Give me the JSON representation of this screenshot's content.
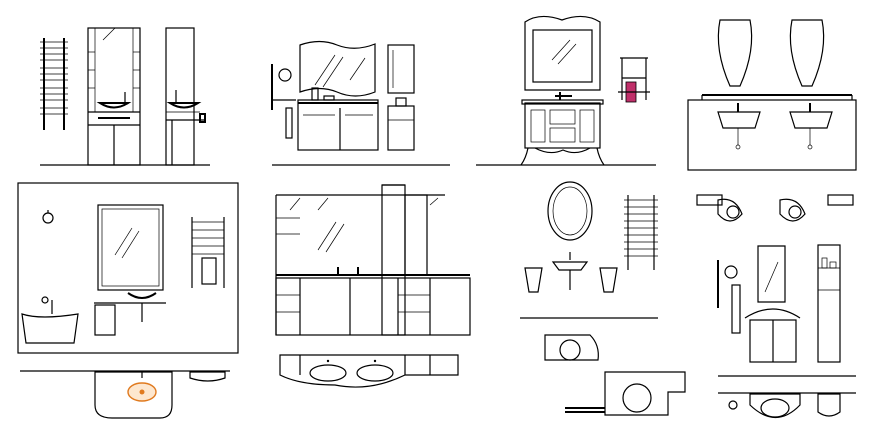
{
  "drawing": {
    "background": "#ffffff",
    "line_color": "#000000",
    "accent_orange": "#e07a1f",
    "accent_pink": "#c0306a",
    "text_labels": []
  },
  "panels": [
    {
      "id": "tall-cabinet-elevation"
    },
    {
      "id": "wave-mirror-vanity"
    },
    {
      "id": "classic-mirror-vanity"
    },
    {
      "id": "double-vase-mirror-vanity"
    },
    {
      "id": "bathroom-wall-elevation"
    },
    {
      "id": "long-counter-vanity"
    },
    {
      "id": "oval-mirror-washbasin"
    },
    {
      "id": "round-mirror-washbasin"
    },
    {
      "id": "double-basin-plan"
    },
    {
      "id": "corner-basin-plan"
    },
    {
      "id": "single-basin-plan"
    }
  ]
}
